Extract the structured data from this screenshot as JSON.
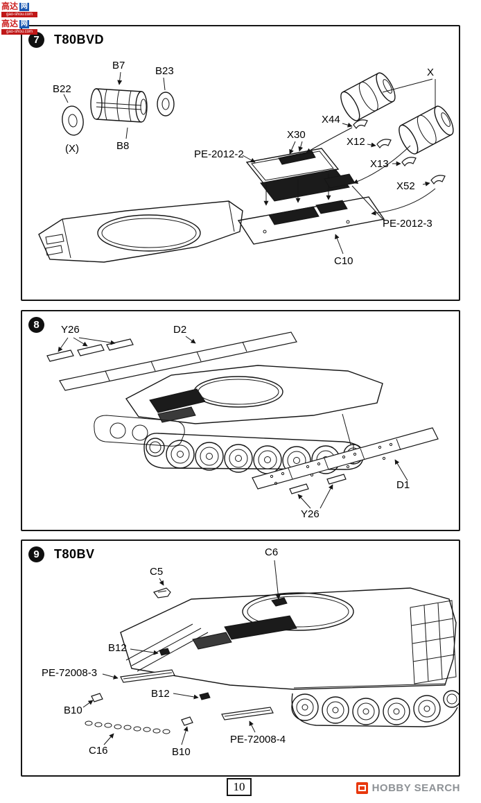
{
  "page": {
    "number": "10"
  },
  "watermark": {
    "cn_red": "高达",
    "cn_blue": "网",
    "url": "gao-shou.com"
  },
  "hobby_search": {
    "label": "HOBBY SEARCH"
  },
  "steps": [
    {
      "number": "7",
      "title": "T80BVD",
      "labels": {
        "b7": "B7",
        "b22": "B22",
        "b23": "B23",
        "x_paren": "(X)",
        "b8": "B8",
        "x": "X",
        "x44": "X44",
        "x30": "X30",
        "x12": "X12",
        "x13": "X13",
        "x52": "X52",
        "pe_2012_2": "PE-2012-2",
        "pe_2012_3": "PE-2012-3",
        "c10": "C10"
      }
    },
    {
      "number": "8",
      "labels": {
        "y26_top": "Y26",
        "d2": "D2",
        "d1": "D1",
        "y26_bottom": "Y26"
      }
    },
    {
      "number": "9",
      "title": "T80BV",
      "labels": {
        "c6": "C6",
        "c5": "C5",
        "b12_upper": "B12",
        "pe_72008_3": "PE-72008-3",
        "b10_left": "B10",
        "b12_lower": "B12",
        "c16": "C16",
        "b10_mid": "B10",
        "pe_72008_4": "PE-72008-4"
      }
    }
  ]
}
